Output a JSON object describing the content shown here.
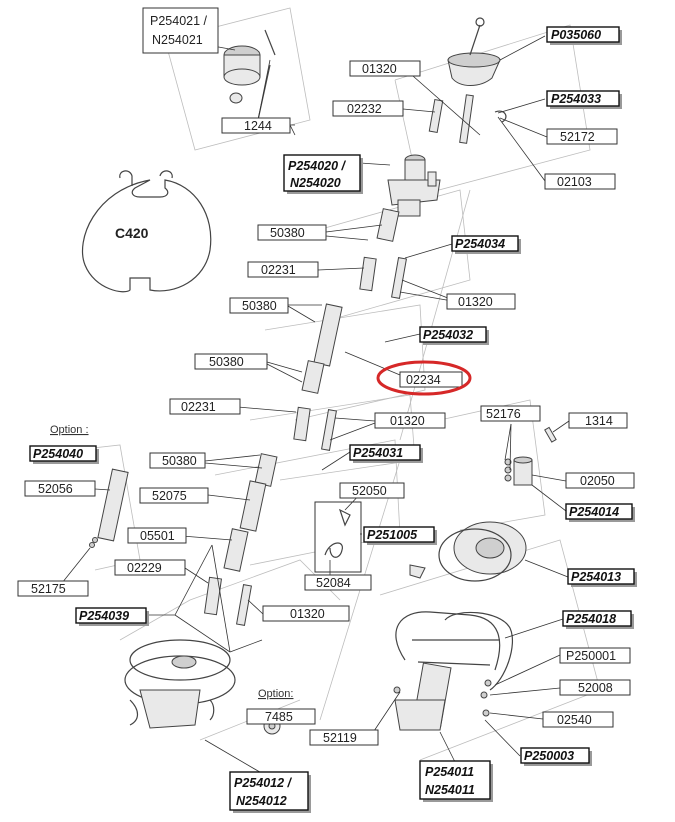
{
  "labels": {
    "p254021": "P254021 /",
    "n254021": "N254021",
    "p035060": "P035060",
    "n01320a": "01320",
    "p254033": "P254033",
    "n02232": "02232",
    "n52172": "52172",
    "n1244": "1244",
    "n02103": "02103",
    "p254020": "P254020 /",
    "n254020": "N254020",
    "c420": "C420",
    "n50380a": "50380",
    "p254034": "P254034",
    "n02231a": "02231",
    "n01320b": "01320",
    "n50380b": "50380",
    "p254032": "P254032",
    "n50380c": "50380",
    "n02234": "02234",
    "n02231b": "02231",
    "n01320c": "01320",
    "n52176": "52176",
    "n1314": "1314",
    "option1": "Option :",
    "p254040": "P254040",
    "n50380d": "50380",
    "p254031": "P254031",
    "n02050": "02050",
    "n52056": "52056",
    "n52075": "52075",
    "n52050": "52050",
    "p254014": "P254014",
    "n05501": "05501",
    "p251005": "P251005",
    "n02229": "02229",
    "p254013": "P254013",
    "n52175": "52175",
    "n52084": "52084",
    "p254039": "P254039",
    "n01320d": "01320",
    "p254018": "P254018",
    "p250001": "P250001",
    "n52008": "52008",
    "option2": "Option:",
    "n7485": "7485",
    "n02540": "02540",
    "n52119": "52119",
    "p250003": "P250003",
    "p254011": "P254011",
    "n254011": "N254011",
    "p254012": "P254012 /",
    "n254012": "N254012"
  },
  "highlight": {
    "color": "#d62828",
    "target": "02234"
  }
}
